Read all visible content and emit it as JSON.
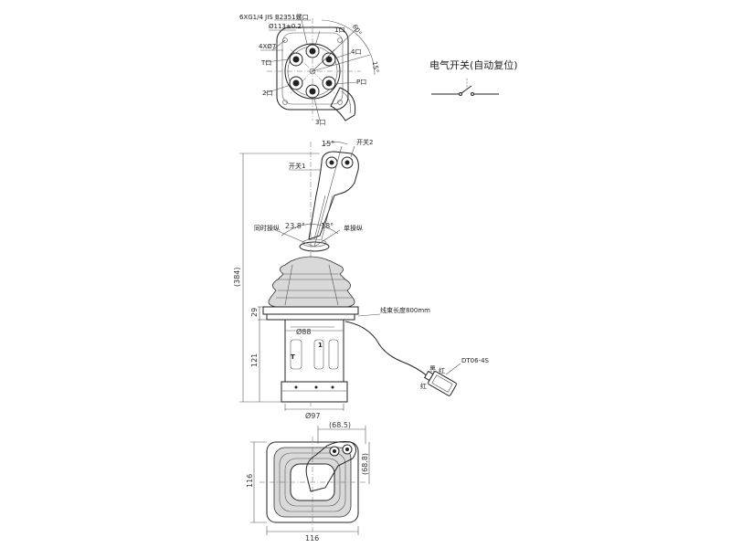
{
  "top_view": {
    "thread_note": "6XG1/4  JIS B2351螺口",
    "pcd_note": "Ø113±0.2",
    "hole_note": "4XØ7",
    "port_t": "T口",
    "port_1": "1口",
    "port_2": "2口",
    "port_3": "3口",
    "port_4": "4口",
    "port_p": "P口",
    "angle_60": "60°",
    "angle_15": "15°"
  },
  "switch": {
    "title": "电气开关(自动复位)"
  },
  "side_view": {
    "angle_15": "15°",
    "switch2": "开关2",
    "switch1": "开关1",
    "simultaneous": "同时操纵",
    "angle_23_8": "23.8°",
    "angle_18": "18°",
    "single": "单操纵",
    "height_total": "(384)",
    "height_29": "29",
    "height_121": "121",
    "dia_88": "Ø88",
    "dia_97": "Ø97",
    "cable_note": "线束长度800mm",
    "connector": "DT06-4S",
    "wire_black": "黑",
    "wire_red": "红",
    "wire_red2": "红",
    "port_mark_t": "T",
    "port_mark_1": "1"
  },
  "bottom_view": {
    "width_68_5": "(68.5)",
    "height_68_8": "(68.8)",
    "height_116": "116",
    "width_116": "116"
  }
}
